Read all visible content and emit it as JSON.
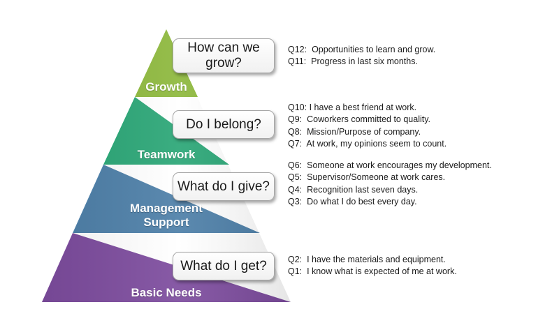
{
  "colors": {
    "growth": "#8db83c",
    "teamwork": "#2aa676",
    "management_support": "#4d7fa8",
    "basic_needs": "#7d4c9e"
  },
  "tiers": [
    {
      "key": "growth",
      "label": "Growth",
      "question": "How can we grow?",
      "items": [
        {
          "id": "Q12:",
          "text": "Opportunities to learn and grow."
        },
        {
          "id": "Q11:",
          "text": "Progress in last six months."
        }
      ]
    },
    {
      "key": "teamwork",
      "label": "Teamwork",
      "question": "Do I belong?",
      "items": [
        {
          "id": "Q10:",
          "text": "I have a best friend at work."
        },
        {
          "id": "Q9:",
          "text": "Coworkers committed to quality."
        },
        {
          "id": "Q8:",
          "text": "Mission/Purpose of company."
        },
        {
          "id": "Q7:",
          "text": "At work, my opinions seem to count."
        }
      ]
    },
    {
      "key": "management_support",
      "label": "Management Support",
      "question": "What do I give?",
      "items": [
        {
          "id": "Q6:",
          "text": "Someone at work encourages my development."
        },
        {
          "id": "Q5:",
          "text": "Supervisor/Someone at work cares."
        },
        {
          "id": "Q4:",
          "text": "Recognition last seven days."
        },
        {
          "id": "Q3:",
          "text": "Do what I do best every day."
        }
      ]
    },
    {
      "key": "basic_needs",
      "label": "Basic Needs",
      "question": "What do I get?",
      "items": [
        {
          "id": "Q2:",
          "text": "I have the materials and equipment."
        },
        {
          "id": "Q1:",
          "text": "I know what is expected of me at work."
        }
      ]
    }
  ]
}
